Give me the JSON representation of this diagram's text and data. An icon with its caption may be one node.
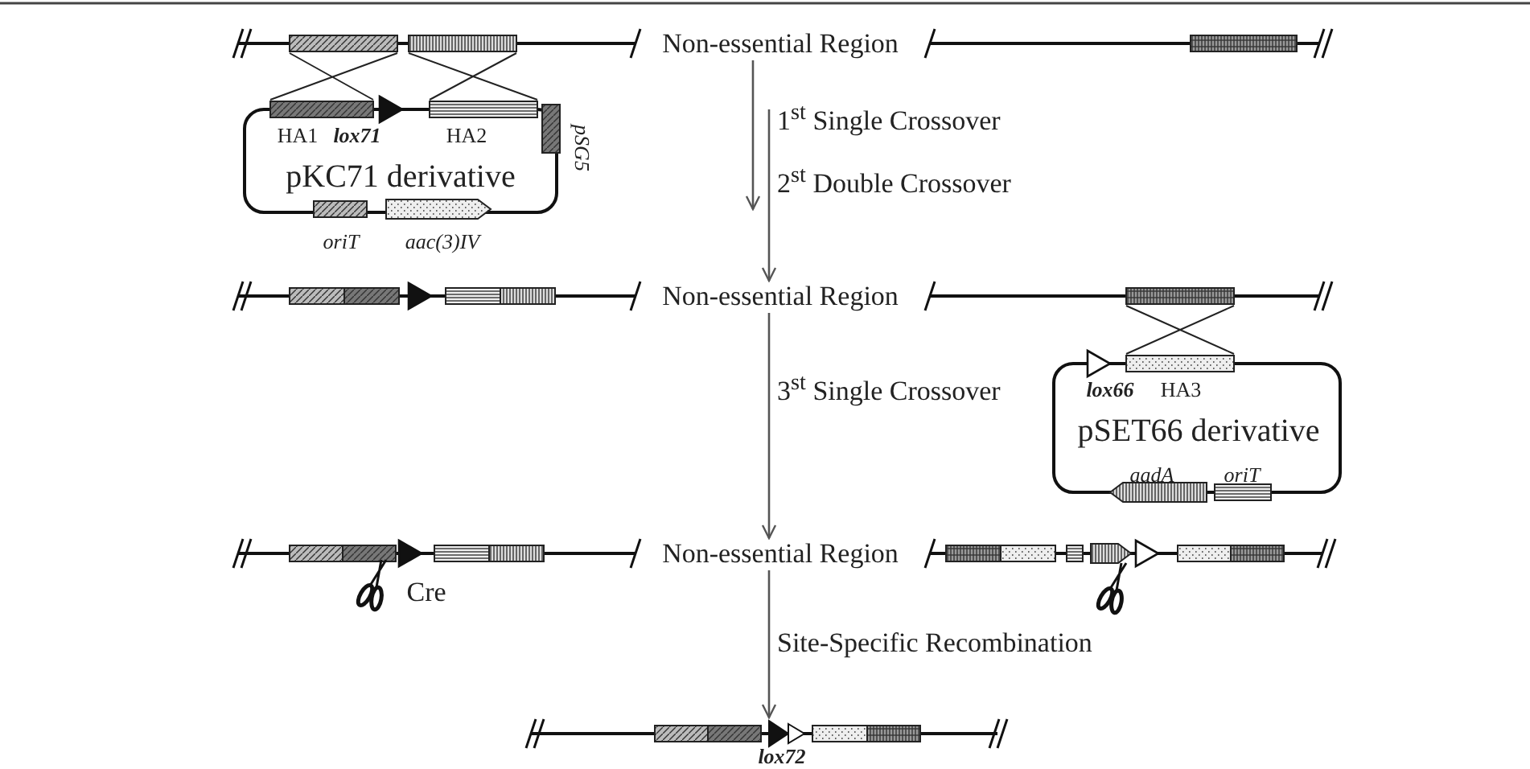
{
  "diagram": {
    "nodes": [
      {
        "text": [
          "Non-essential Region"
        ]
      },
      {
        "text": [
          "pKC71 derivative"
        ]
      },
      {
        "text": [
          "Non-essential Region"
        ]
      },
      {
        "text": [
          "pSET66 derivative"
        ]
      },
      {
        "text": [
          "Non-essential Region"
        ]
      },
      {
        "text": [],
        "shape": "bar"
      }
    ],
    "edges": [
      {
        "from": 0,
        "to": null,
        "arrow": "to",
        "label": "1$^{st}$ Single Crossover"
      },
      {
        "from": null,
        "to": 2,
        "arrow": "to",
        "label": "2$^{st}$ Double Crossover"
      },
      {
        "from": 2,
        "to": 4,
        "arrow": "to",
        "label": "3$^{st}$ Single Crossover"
      },
      {
        "from": 4,
        "to": 5,
        "arrow": "to",
        "label": "Site-Specific Recombination"
      }
    ],
    "labels": [
      "HA1",
      "lox71",
      "HA2",
      "pSG5",
      "oriT",
      "aac(3)IV",
      "lox66",
      "HA3",
      "aadA",
      "oriT",
      "Cre",
      "lox72"
    ]
  }
}
